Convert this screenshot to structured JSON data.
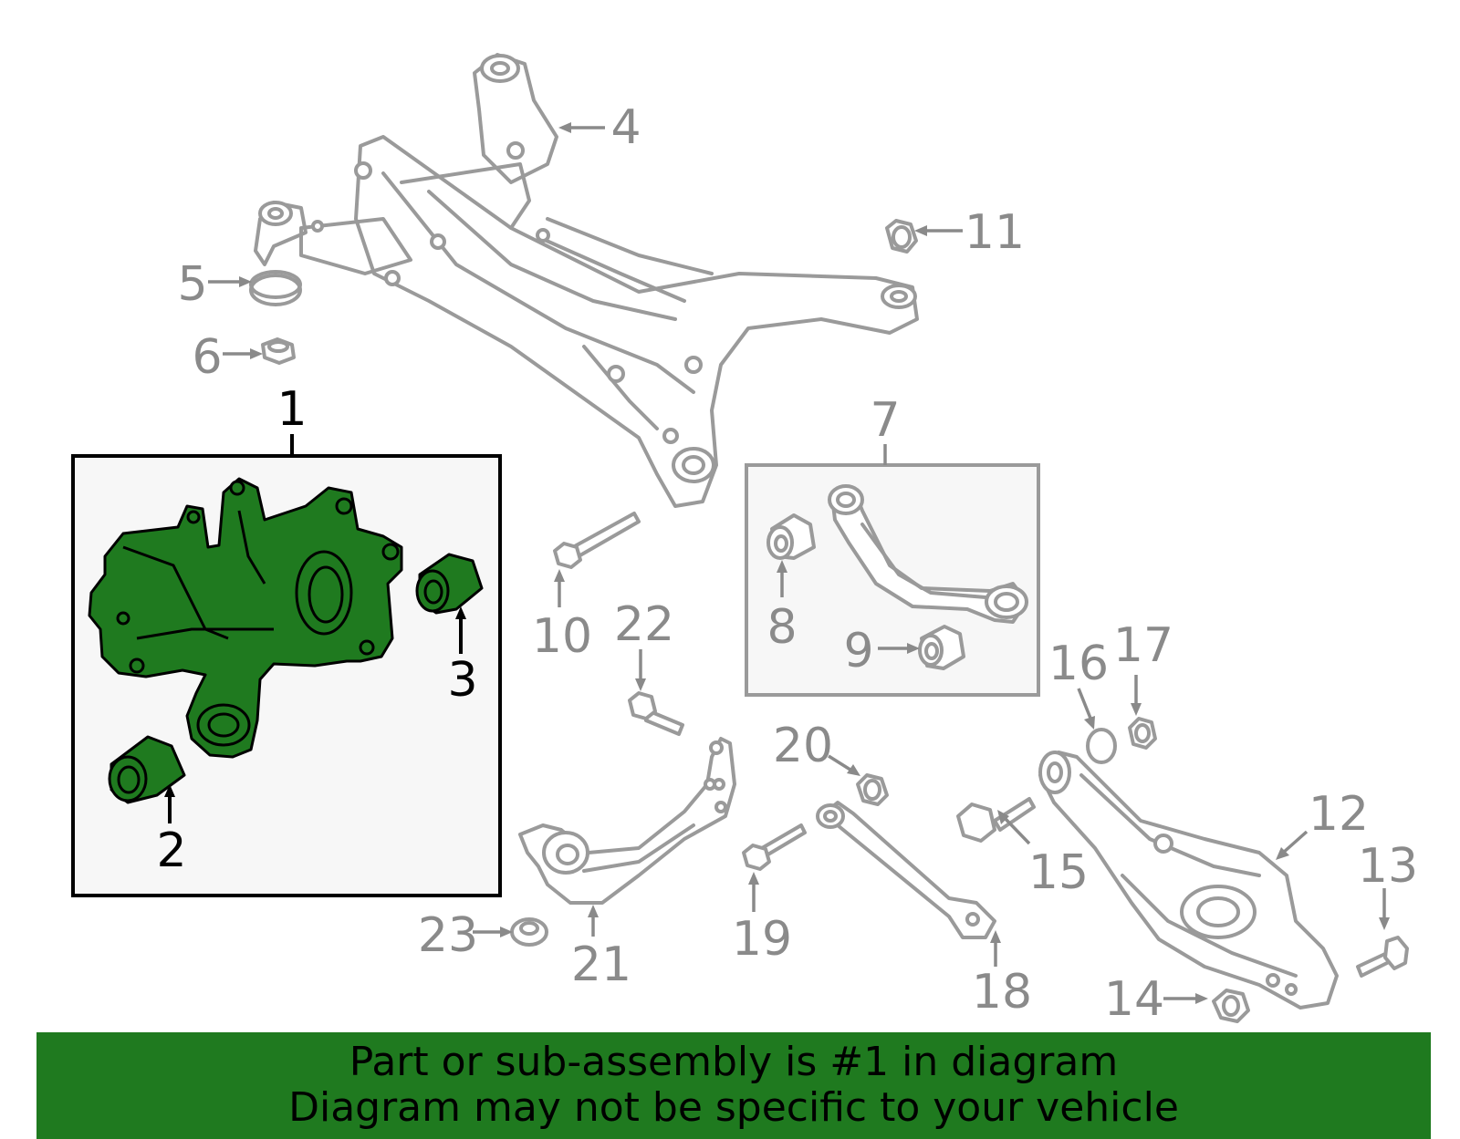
{
  "callouts": {
    "c1": "1",
    "c2": "2",
    "c3": "3",
    "c4": "4",
    "c5": "5",
    "c6": "6",
    "c7": "7",
    "c8": "8",
    "c9": "9",
    "c10": "10",
    "c11": "11",
    "c12": "12",
    "c13": "13",
    "c14": "14",
    "c15": "15",
    "c16": "16",
    "c17": "17",
    "c18": "18",
    "c19": "19",
    "c20": "20",
    "c21": "21",
    "c22": "22",
    "c23": "23"
  },
  "footer": {
    "line1": "Part or sub-assembly is #1 in diagram",
    "line2": "Diagram may not be specific to your vehicle"
  },
  "colors": {
    "highlight": "#1f7a1f",
    "part_outline": "#9a9a9a",
    "callout_gray": "#8a8a8a",
    "callout_active": "#000000",
    "group_box_bg": "#f7f7f7"
  }
}
